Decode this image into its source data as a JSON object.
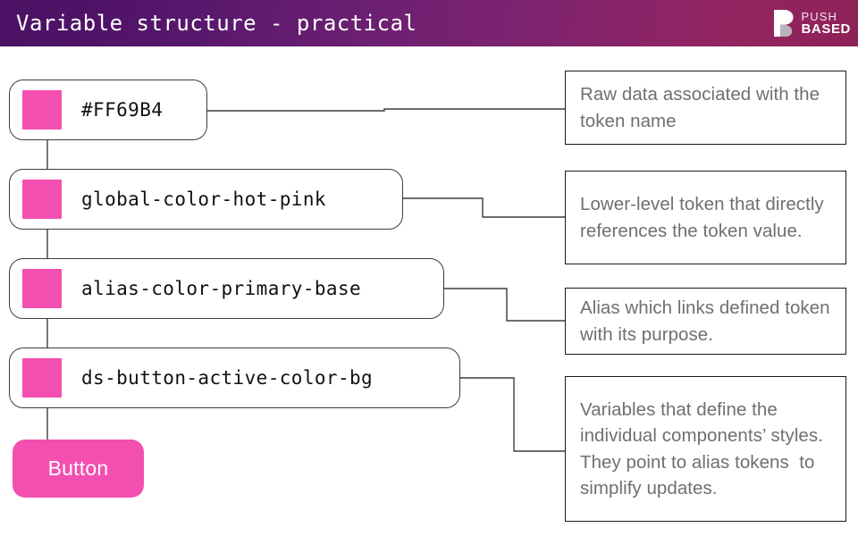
{
  "header": {
    "title": "Variable structure - practical",
    "gradient_from": "#4b1163",
    "gradient_to": "#8d2258",
    "logo": {
      "mark": "push-based-logo-mark",
      "line1": "PUSH",
      "line2": "BASED"
    }
  },
  "theme": {
    "swatch_color": "#F34FB0",
    "button_color": "#F34FB0",
    "line_color": "#3d3d3d",
    "note_text_color": "#6f6f74",
    "token_text_color": "#111111"
  },
  "chain": {
    "tokens": [
      {
        "id": "raw-value",
        "label": "#FF69B4",
        "swatch": "#F34FB0"
      },
      {
        "id": "global-token",
        "label": "global-color-hot-pink",
        "swatch": "#F34FB0"
      },
      {
        "id": "alias-token",
        "label": "alias-color-primary-base",
        "swatch": "#F34FB0"
      },
      {
        "id": "component-token",
        "label": "ds-button-active-color-bg",
        "swatch": "#F34FB0"
      }
    ],
    "button_sample": {
      "label": "Button",
      "color": "#F34FB0"
    }
  },
  "notes": [
    {
      "id": "note-raw-value",
      "text": "Raw data associated with the token name"
    },
    {
      "id": "note-global-token",
      "text": "Lower-level token that directly references the token value."
    },
    {
      "id": "note-alias-token",
      "text": "Alias which links defined token with its purpose."
    },
    {
      "id": "note-component-token",
      "text": "Variables that define the individual components’ styles. They point to alias tokens  to simplify updates."
    }
  ]
}
